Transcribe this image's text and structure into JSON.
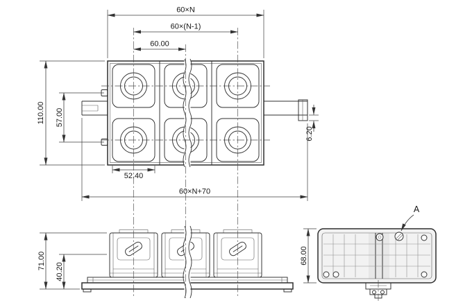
{
  "drawing": {
    "top_view": {
      "dim_total_pitch": "60×N",
      "dim_pitch_span": "60×(N-1)",
      "dim_pole_pitch": "60.00",
      "dim_overall_height": "110.00",
      "dim_mount_spacing": "57.00",
      "dim_rail_lip": "6.20",
      "dim_cavity_width": "52.40",
      "dim_overall_width": "60×N+70"
    },
    "front_view": {
      "dim_overall_height": "71.00",
      "dim_rail_seat_height": "40.20"
    },
    "side_view": {
      "dim_height": "68.00",
      "detail_label": "A"
    }
  }
}
